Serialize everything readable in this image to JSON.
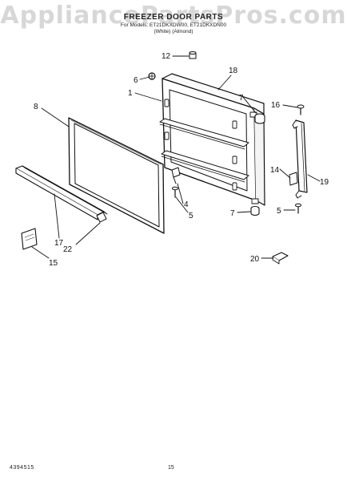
{
  "watermark": "AppliancePartsPros.com",
  "header": {
    "title": "FREEZER DOOR PARTS",
    "models": "For Models: ET21DKXDW00, ET21DKXDN00",
    "colors": "(White)        (Almond)"
  },
  "callouts": [
    "12",
    "6",
    "18",
    "1",
    "7",
    "16",
    "8",
    "14",
    "19",
    "4",
    "5",
    "7",
    "5",
    "17",
    "22",
    "15",
    "20"
  ],
  "footer": {
    "doc_number": "4394515",
    "page": "15"
  }
}
